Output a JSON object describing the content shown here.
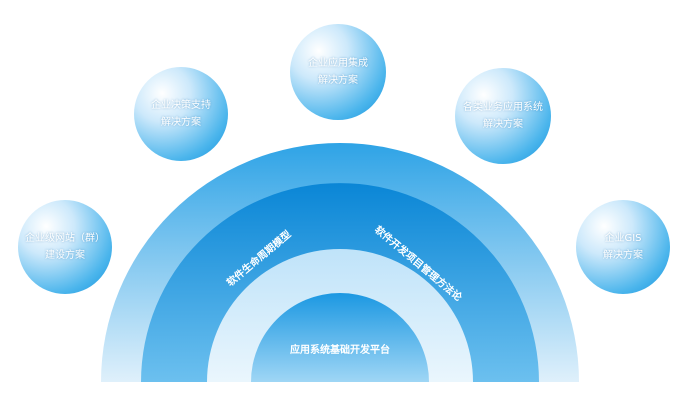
{
  "bubbles": [
    {
      "line1": "企业应用集成",
      "line2": "解决方案"
    },
    {
      "line1": "企业决策支持",
      "line2": "解决方案"
    },
    {
      "line1": "各类业务应用系统",
      "line2": "解决方案"
    },
    {
      "line1": "企业级网站（群）",
      "line2": "建设方案"
    },
    {
      "line1": "企业GIS",
      "line2": "解决方案"
    }
  ],
  "arcs": {
    "outer_left": "软件生命周期模型",
    "outer_right": "软件开发项目管理方法论",
    "core": "应用系统基础开发平台"
  },
  "colors": {
    "primary": "#0f8fdc",
    "light": "#cde9fb"
  }
}
